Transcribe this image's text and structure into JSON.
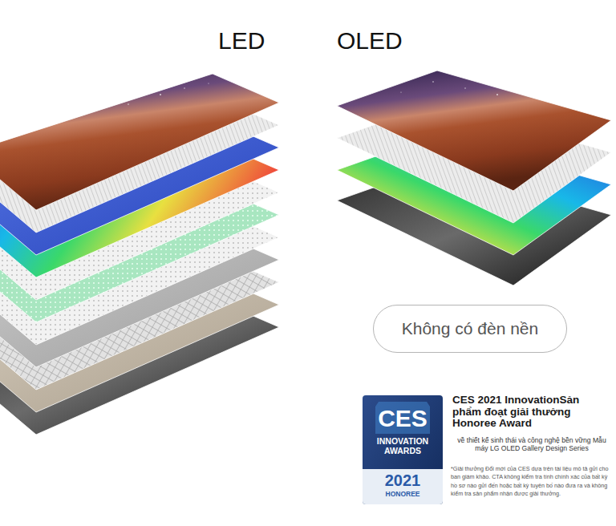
{
  "diagram": {
    "nodes": [
      {
        "text": [
          "Không có đèn nền"
        ]
      },
      {
        "text": [
          "CES",
          "INNOVATION AWARDS",
          "2021",
          "HONOREE"
        ]
      }
    ],
    "labels": [
      "LED",
      "OLED",
      "CES 2021 InnovationSản phẩm đoạt giải thưởng Honoree Award",
      "về thiết kế sinh thái và công nghệ bền vững Mẫu máy LG OLED Gallery Design Series",
      "*Giải thưởng Đổi mới của CES dựa trên tài liệu mô tả gửi cho ban giám khảo. CTA không kiểm tra tính chính xác của bất kỳ hồ sơ nào gửi đến hoặc bất kỳ tuyên bố nào đưa ra và không kiểm tra sản phẩm nhận được giải thưởng."
    ]
  }
}
